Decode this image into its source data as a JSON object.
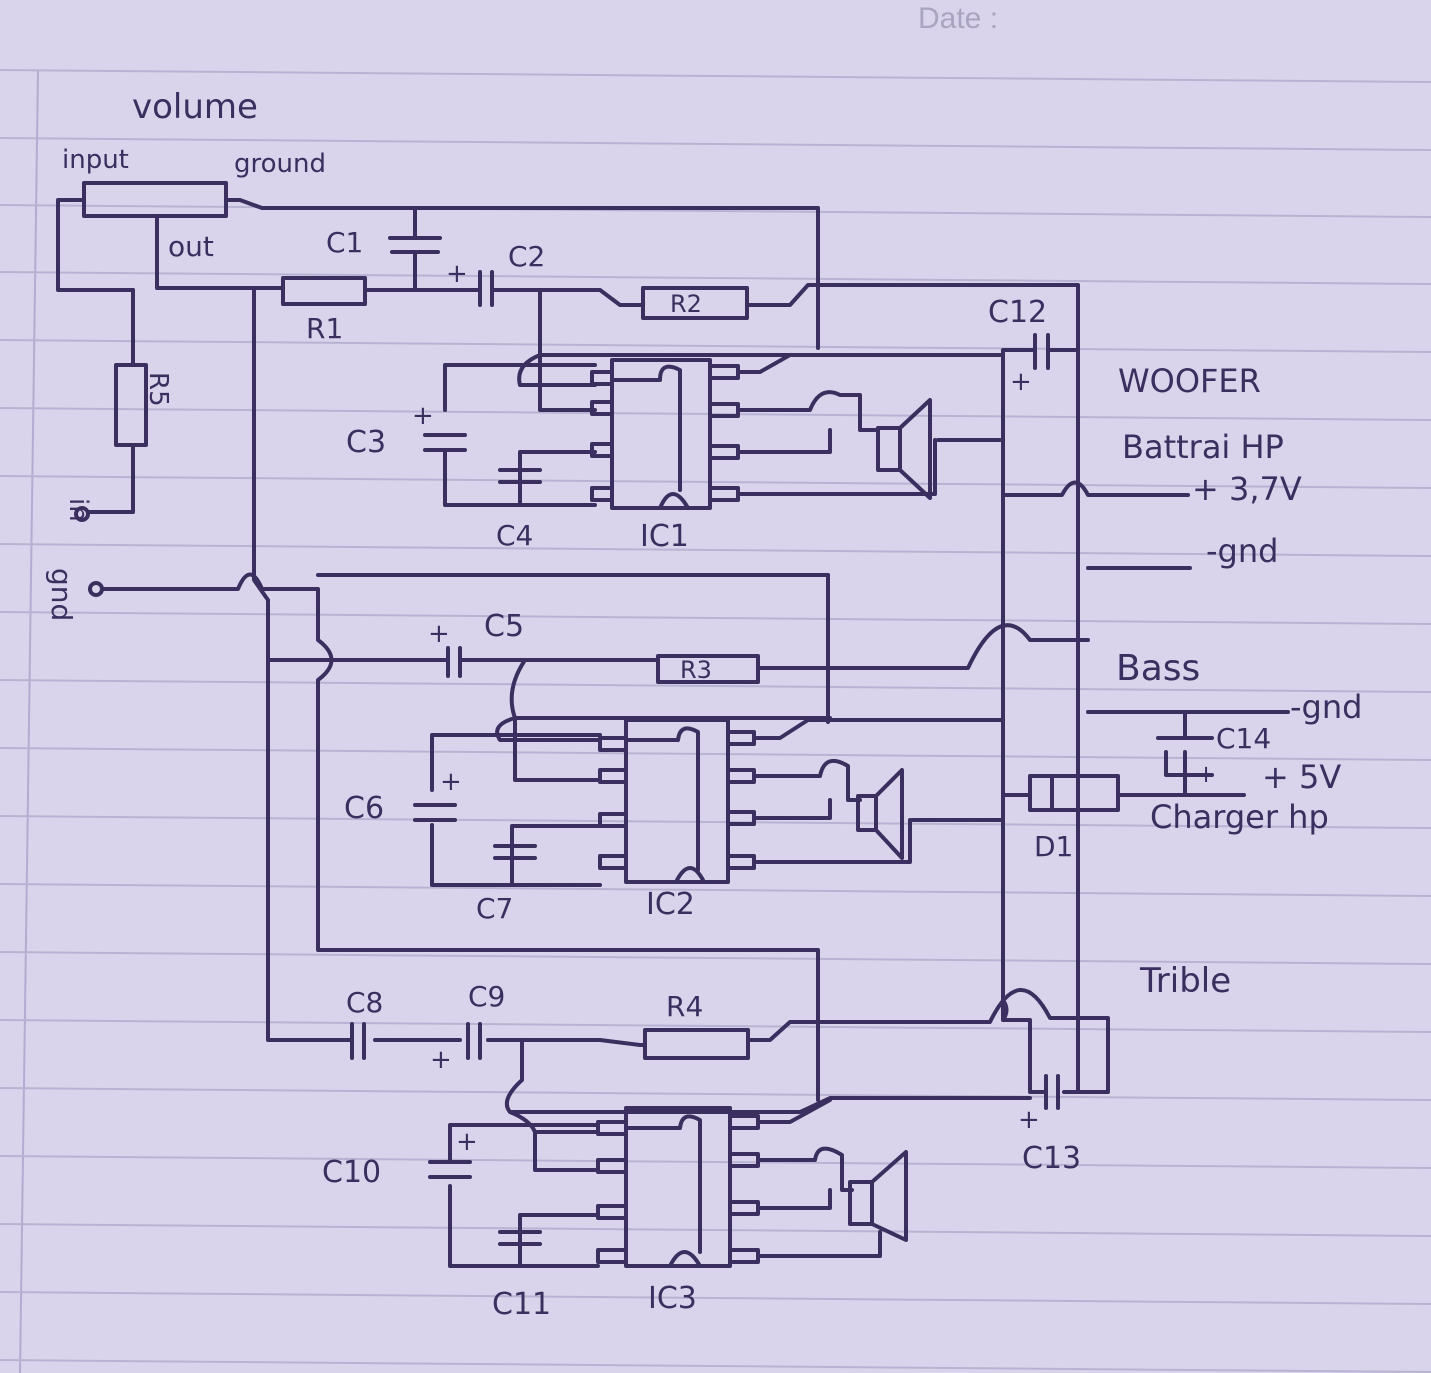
{
  "header": {
    "date_label": "Date :"
  },
  "labels": {
    "volume": "volume",
    "input": "input",
    "ground": "ground",
    "out": "out",
    "c1": "C1",
    "c2": "C2",
    "r1": "R1",
    "r2": "R2",
    "r5": "R5",
    "c3": "C3",
    "c4": "C4",
    "ic1": "IC1",
    "c12": "C12",
    "woofer": "WOOFER",
    "battery_hp": "Battrai HP",
    "plus_3_7v": "+ 3,7V",
    "minus_gnd_1": "-gnd",
    "in_terminal": "in",
    "gnd_terminal": "gnd",
    "c5": "C5",
    "r3": "R3",
    "bass": "Bass",
    "minus_gnd_2": "-gnd",
    "c14": "C14",
    "plus_5v": "+ 5V",
    "charger_hp": "Charger hp",
    "c6": "C6",
    "c7": "C7",
    "ic2": "IC2",
    "d1": "D1",
    "treble": "Trible",
    "c8": "C8",
    "c9": "C9",
    "r4": "R4",
    "c10": "C10",
    "c11": "C11",
    "ic3": "IC3",
    "c13": "C13",
    "plus_sign": "+"
  },
  "colors": {
    "paper": "#d9d4ec",
    "ink": "#3a2f5e",
    "rule": "#b9b3d3"
  }
}
